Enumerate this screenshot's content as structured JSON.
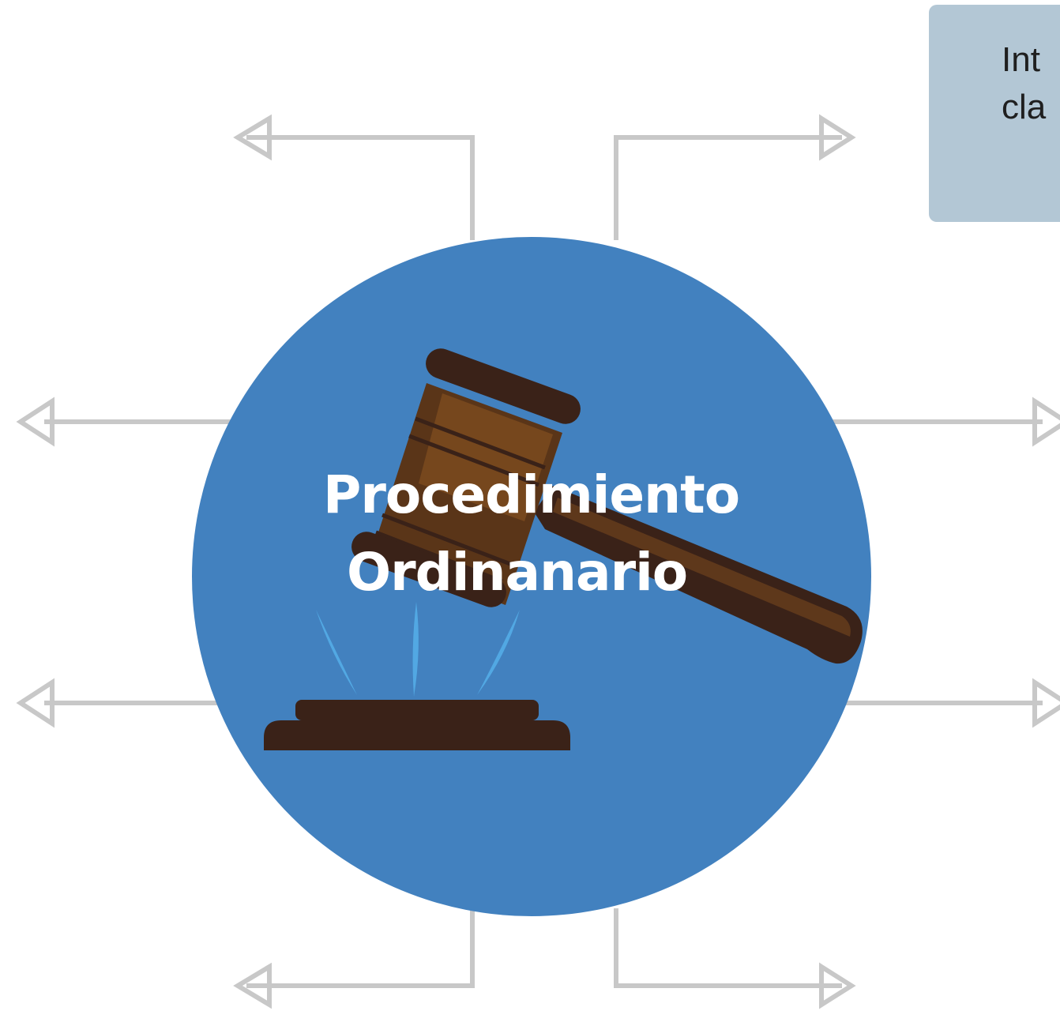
{
  "diagram": {
    "center_title": {
      "line1": "Procedimiento",
      "line2": "Ordinanario"
    },
    "partial_card": {
      "line1": "Int",
      "line2": "cla"
    },
    "branch_count": 8
  },
  "colors": {
    "hub": "#4281bf",
    "card": "#b3c7d5",
    "connector": "#c8c8c8",
    "title": "#ffffff",
    "gavel_dark": "#3a2218",
    "gavel_mid": "#5a3518",
    "gavel_light": "#7b4a1f",
    "splash": "#52a8e3"
  },
  "icons": {
    "center_illustration": "gavel-icon",
    "base": "sound-block-icon"
  }
}
